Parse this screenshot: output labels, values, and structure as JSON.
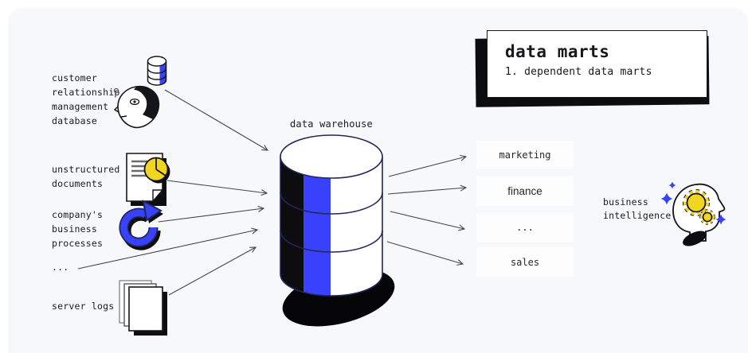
{
  "colors": {
    "panel_bg": "#f7f8fa",
    "ink": "#17171c",
    "accent_blue": "#3742fa",
    "accent_yellow": "#f2d522",
    "outline_navy": "#23265a",
    "shadow_black": "#0d0d10"
  },
  "sources": [
    {
      "label": "customer\nrelationship\nmanagement\ndatabase",
      "icons": [
        "database-cylinder-icon",
        "person-head-icon"
      ]
    },
    {
      "label": "unstructured\ndocuments",
      "icons": [
        "document-pie-chart-icon"
      ]
    },
    {
      "label": "company's\nbusiness\nprocesses",
      "icons": [
        "refresh-cycle-icon"
      ]
    },
    {
      "label": "...",
      "icons": []
    },
    {
      "label": "server logs",
      "icons": [
        "paper-stack-icon"
      ]
    }
  ],
  "warehouse": {
    "label": "data warehouse",
    "icon": "striped-cylinder-database"
  },
  "marts_card": {
    "title": "data marts",
    "subtitle": "1. dependent data marts"
  },
  "marts": [
    {
      "label": "marketing"
    },
    {
      "label": "finance"
    },
    {
      "label": "..."
    },
    {
      "label": "sales"
    }
  ],
  "bi": {
    "label": "business\nintelligence",
    "icon": "head-with-gears-icon"
  }
}
